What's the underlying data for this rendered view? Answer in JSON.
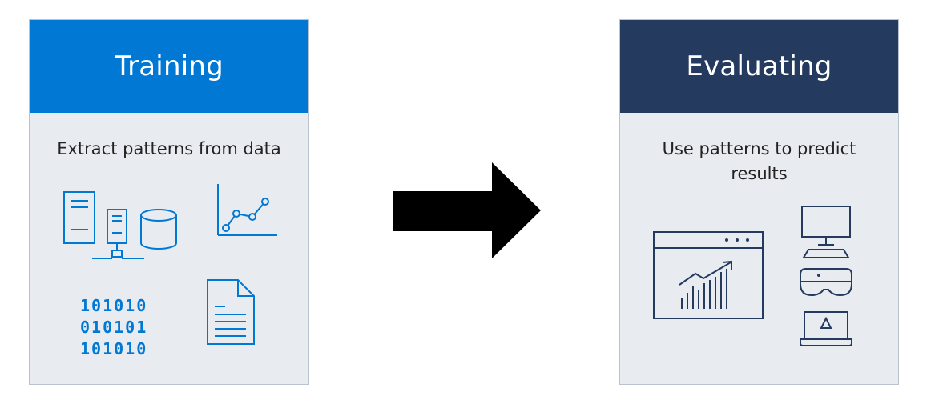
{
  "training": {
    "title": "Training",
    "description": "Extract patterns from data",
    "binary_lines": [
      "101010",
      "010101",
      "101010"
    ],
    "color": "#0078d4"
  },
  "evaluating": {
    "title": "Evaluating",
    "description": "Use patterns to predict results",
    "color": "#243a5e"
  },
  "icons": [
    "server-database-icon",
    "line-chart-icon",
    "binary-data-icon",
    "document-icon",
    "analytics-window-icon",
    "desktop-monitor-icon",
    "mixed-reality-headset-icon",
    "laptop-icon",
    "right-arrow-icon"
  ]
}
